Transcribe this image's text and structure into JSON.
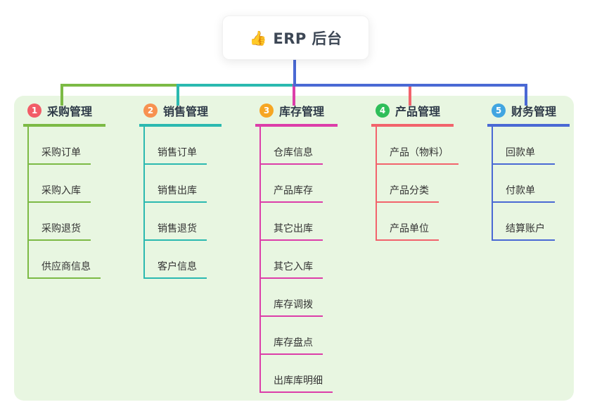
{
  "root": {
    "icon": "👍",
    "label": "ERP 后台",
    "connector_color": "#4A69D4"
  },
  "panel": {
    "background": "#E8F6E1"
  },
  "branches": [
    {
      "index": "1",
      "label": "采购管理",
      "badge_color": "#F25C67",
      "color": "#7CBA45",
      "children": [
        "采购订单",
        "采购入库",
        "采购退货",
        "供应商信息"
      ]
    },
    {
      "index": "2",
      "label": "销售管理",
      "badge_color": "#F79150",
      "color": "#2BB9B0",
      "children": [
        "销售订单",
        "销售出库",
        "销售退货",
        "客户信息"
      ]
    },
    {
      "index": "3",
      "label": "库存管理",
      "badge_color": "#F6A623",
      "color": "#DC3EA9",
      "children": [
        "仓库信息",
        "产品库存",
        "其它出库",
        "其它入库",
        "库存调拨",
        "库存盘点",
        "出库库明细"
      ]
    },
    {
      "index": "4",
      "label": "产品管理",
      "badge_color": "#2EBE59",
      "color": "#F2636C",
      "children": [
        "产品（物料）",
        "产品分类",
        "产品单位"
      ]
    },
    {
      "index": "5",
      "label": "财务管理",
      "badge_color": "#41A5E1",
      "color": "#4A69D4",
      "children": [
        "回款单",
        "付款单",
        "结算账户"
      ]
    }
  ]
}
